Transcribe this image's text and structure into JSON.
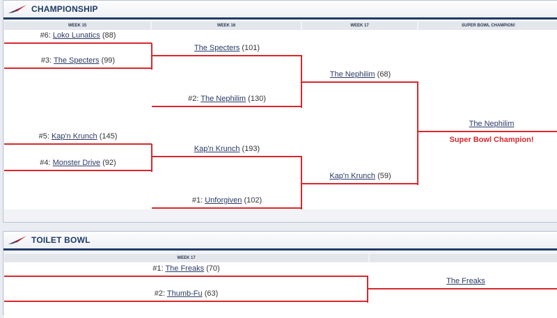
{
  "championship": {
    "title": "CHAMPIONSHIP",
    "columns": [
      "WEEK 15",
      "WEEK 16",
      "WEEK 17",
      "SUPER BOWL CHAMPION!"
    ],
    "week15": [
      {
        "seed": "#6:",
        "team": "Loko Lunatics",
        "score": "(88)"
      },
      {
        "seed": "#3:",
        "team": "The Specters",
        "score": "(99)"
      },
      {
        "seed": "#5:",
        "team": "Kap'n Krunch",
        "score": "(145)"
      },
      {
        "seed": "#4:",
        "team": "Monster Drive",
        "score": "(92)"
      }
    ],
    "week16": [
      {
        "team": "The Specters",
        "score": "(101)"
      },
      {
        "seed": "#2:",
        "team": "The Nephilim",
        "score": "(130)"
      },
      {
        "team": "Kap'n Krunch",
        "score": "(193)"
      },
      {
        "seed": "#1:",
        "team": "Unforgiven",
        "score": "(102)"
      }
    ],
    "week17": [
      {
        "team": "The Nephilim",
        "score": "(68)"
      },
      {
        "team": "Kap'n Krunch",
        "score": "(59)"
      }
    ],
    "champion": {
      "team": "The Nephilim",
      "label": "Super Bowl Champion!"
    }
  },
  "toilet_bowl": {
    "title": "TOILET BOWL",
    "columns": [
      "WEEK 17",
      ""
    ],
    "week17": [
      {
        "seed": "#1:",
        "team": "The Freaks",
        "score": "(70)"
      },
      {
        "seed": "#2:",
        "team": "Thumb-Fu",
        "score": "(63)"
      }
    ],
    "winner": {
      "team": "The Freaks"
    }
  },
  "colors": {
    "accent": "#d9262c",
    "navy": "#1f3a66"
  }
}
